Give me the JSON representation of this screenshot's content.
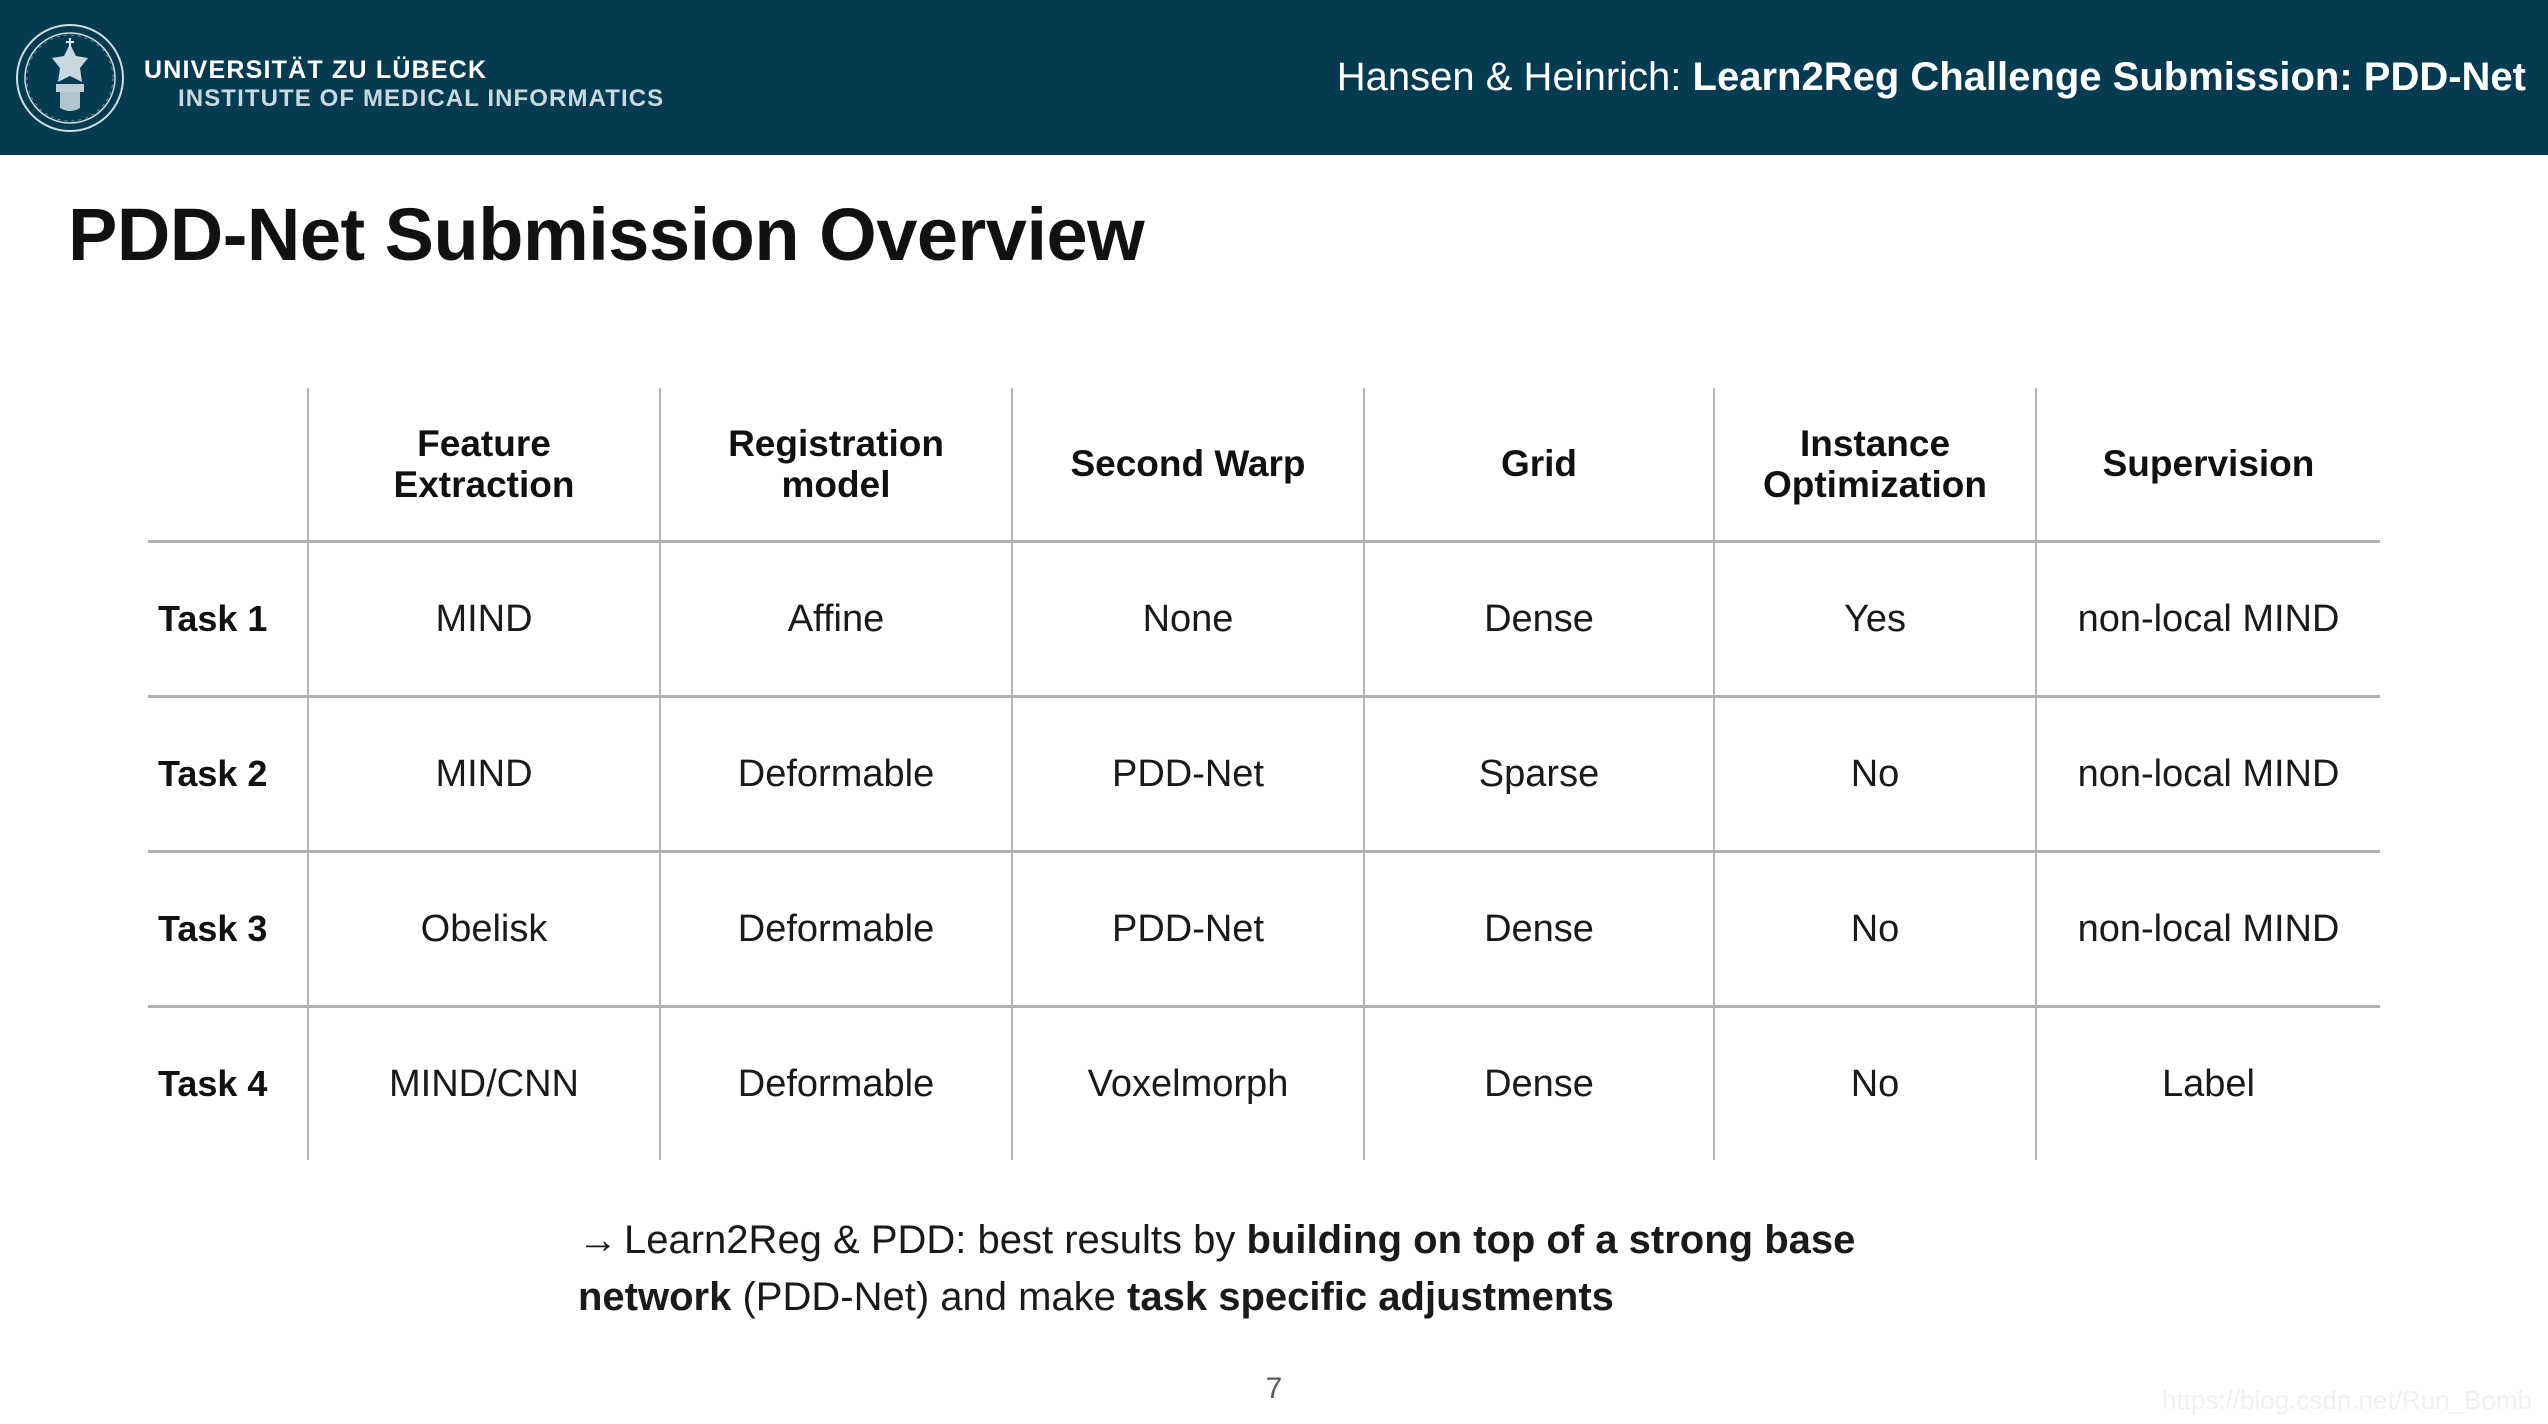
{
  "banner": {
    "background_color": "#043b50",
    "seal_icon": "university-seal-icon",
    "brand_line1": "UNIVERSITÄT ZU LÜBECK",
    "brand_line2": "INSTITUTE OF MEDICAL INFORMATICS",
    "title_light": "Hansen & Heinrich: ",
    "title_strong": "Learn2Reg Challenge Submission: PDD-Net"
  },
  "slide": {
    "title": "PDD-Net Submission Overview",
    "page_number": "7",
    "watermark": "https://blog.csdn.net/Run_Bomb"
  },
  "table": {
    "columns": [
      "",
      "Feature Extraction",
      "Registration model",
      "Second Warp",
      "Grid",
      "Instance Optimization",
      "Supervision"
    ],
    "columns_lines": [
      [
        "",
        ""
      ],
      [
        "Feature",
        "Extraction"
      ],
      [
        "Registration",
        "model"
      ],
      [
        "Second Warp",
        ""
      ],
      [
        "Grid",
        ""
      ],
      [
        "Instance",
        "Optimization"
      ],
      [
        "Supervision",
        ""
      ]
    ],
    "rows": [
      {
        "task": "Task 1",
        "feature_extraction": "MIND",
        "registration_model": "Affine",
        "second_warp": "None",
        "grid": "Dense",
        "instance_optimization": "Yes",
        "supervision": "non-local MIND"
      },
      {
        "task": "Task 2",
        "feature_extraction": "MIND",
        "registration_model": "Deformable",
        "second_warp": "PDD-Net",
        "grid": "Sparse",
        "instance_optimization": "No",
        "supervision": "non-local MIND"
      },
      {
        "task": "Task 3",
        "feature_extraction": "Obelisk",
        "registration_model": "Deformable",
        "second_warp": "PDD-Net",
        "grid": "Dense",
        "instance_optimization": "No",
        "supervision": "non-local MIND"
      },
      {
        "task": "Task 4",
        "feature_extraction": "MIND/CNN",
        "registration_model": "Deformable",
        "second_warp": "Voxelmorph",
        "grid": "Dense",
        "instance_optimization": "No",
        "supervision": "Label"
      }
    ]
  },
  "caption": {
    "arrow": "→",
    "part1": "Learn2Reg & PDD: best results by ",
    "bold1": "building on top of a strong base network",
    "part2": " (PDD-Net) and make ",
    "bold2": "task specific adjustments"
  }
}
